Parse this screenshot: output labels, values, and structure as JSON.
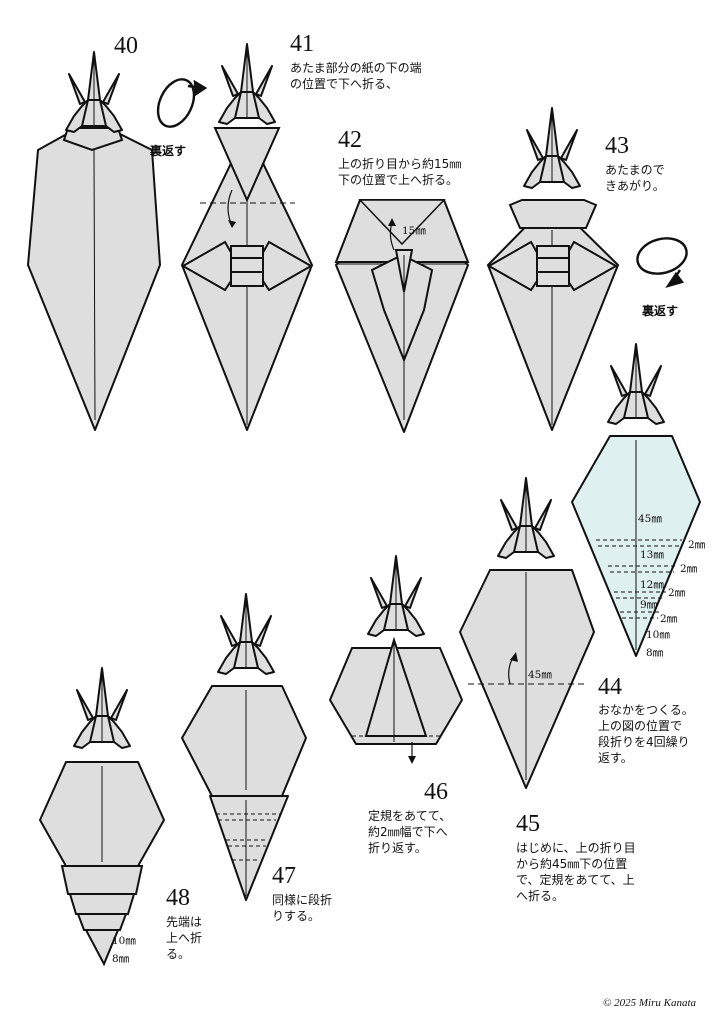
{
  "steps": {
    "s40": {
      "number": "40",
      "flip_label": "裏返す"
    },
    "s41": {
      "number": "41",
      "text": "あたま部分の紙の下の端\nの位置で下へ折る、"
    },
    "s42": {
      "number": "42",
      "text": "上の折り目から約15㎜\n下の位置で上へ折る。",
      "measure": "15㎜"
    },
    "s43": {
      "number": "43",
      "text": "あたまので\nきあがり。",
      "flip_label": "裏返す"
    },
    "s44": {
      "number": "44",
      "text": "おなかをつくる。\n上の図の位置で\n段折りを4回繰り\n返す。",
      "measures": {
        "m45": "45㎜",
        "m2a": "2㎜",
        "m13": "13㎜",
        "m2b": "2㎜",
        "m12": "12㎜",
        "m2c": "2㎜",
        "m9": "9㎜",
        "m2d": "2㎜",
        "m10": "10㎜",
        "m8": "8㎜"
      }
    },
    "s45": {
      "number": "45",
      "text": "はじめに、上の折り目\nから約45㎜下の位置\nで、定規をあてて、上\nへ折る。",
      "measure": "45㎜"
    },
    "s46": {
      "number": "46",
      "text": "定規をあてて、\n約2㎜幅で下へ\n折り返す。"
    },
    "s47": {
      "number": "47",
      "text": "同様に段折\nりする。"
    },
    "s48": {
      "number": "48",
      "text": "先端は\n上へ折\nる。",
      "m10": "10㎜",
      "m8": "8㎜"
    }
  },
  "copyright": "© 2025 Miru Kanata",
  "colors": {
    "paper": "#dedede",
    "belly": "#dff0f0",
    "line": "#111111"
  }
}
